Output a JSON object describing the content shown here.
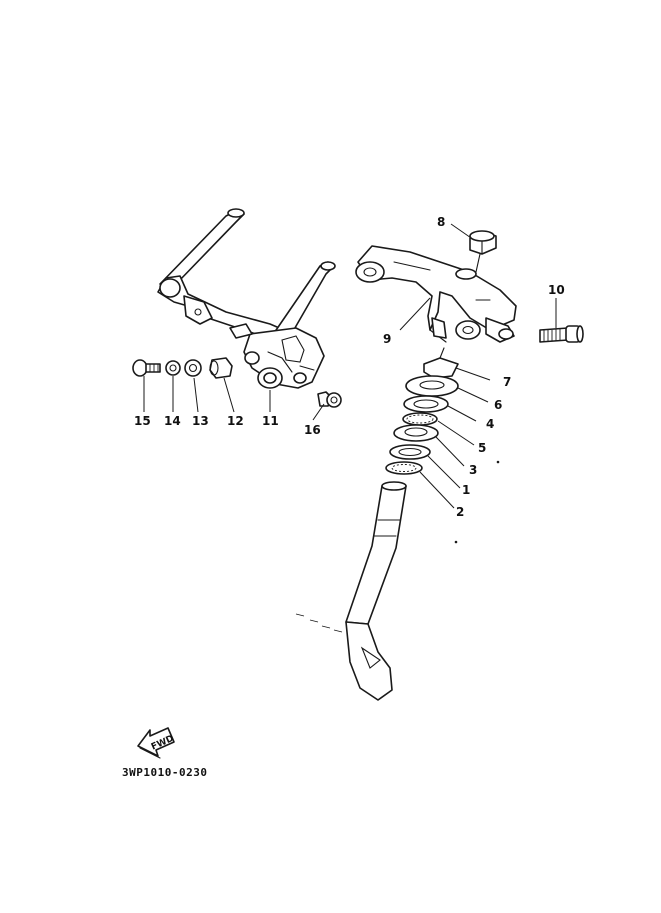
{
  "diagram": {
    "callouts": {
      "c1": "1",
      "c2": "2",
      "c3": "3",
      "c4": "4",
      "c5": "5",
      "c6": "6",
      "c7": "7",
      "c8": "8",
      "c9": "9",
      "c10": "10",
      "c11": "11",
      "c12": "12",
      "c13": "13",
      "c14": "14",
      "c15": "15",
      "c16": "16"
    },
    "fwd_label": "FWD",
    "drawing_code": "3WP1010-0230"
  }
}
